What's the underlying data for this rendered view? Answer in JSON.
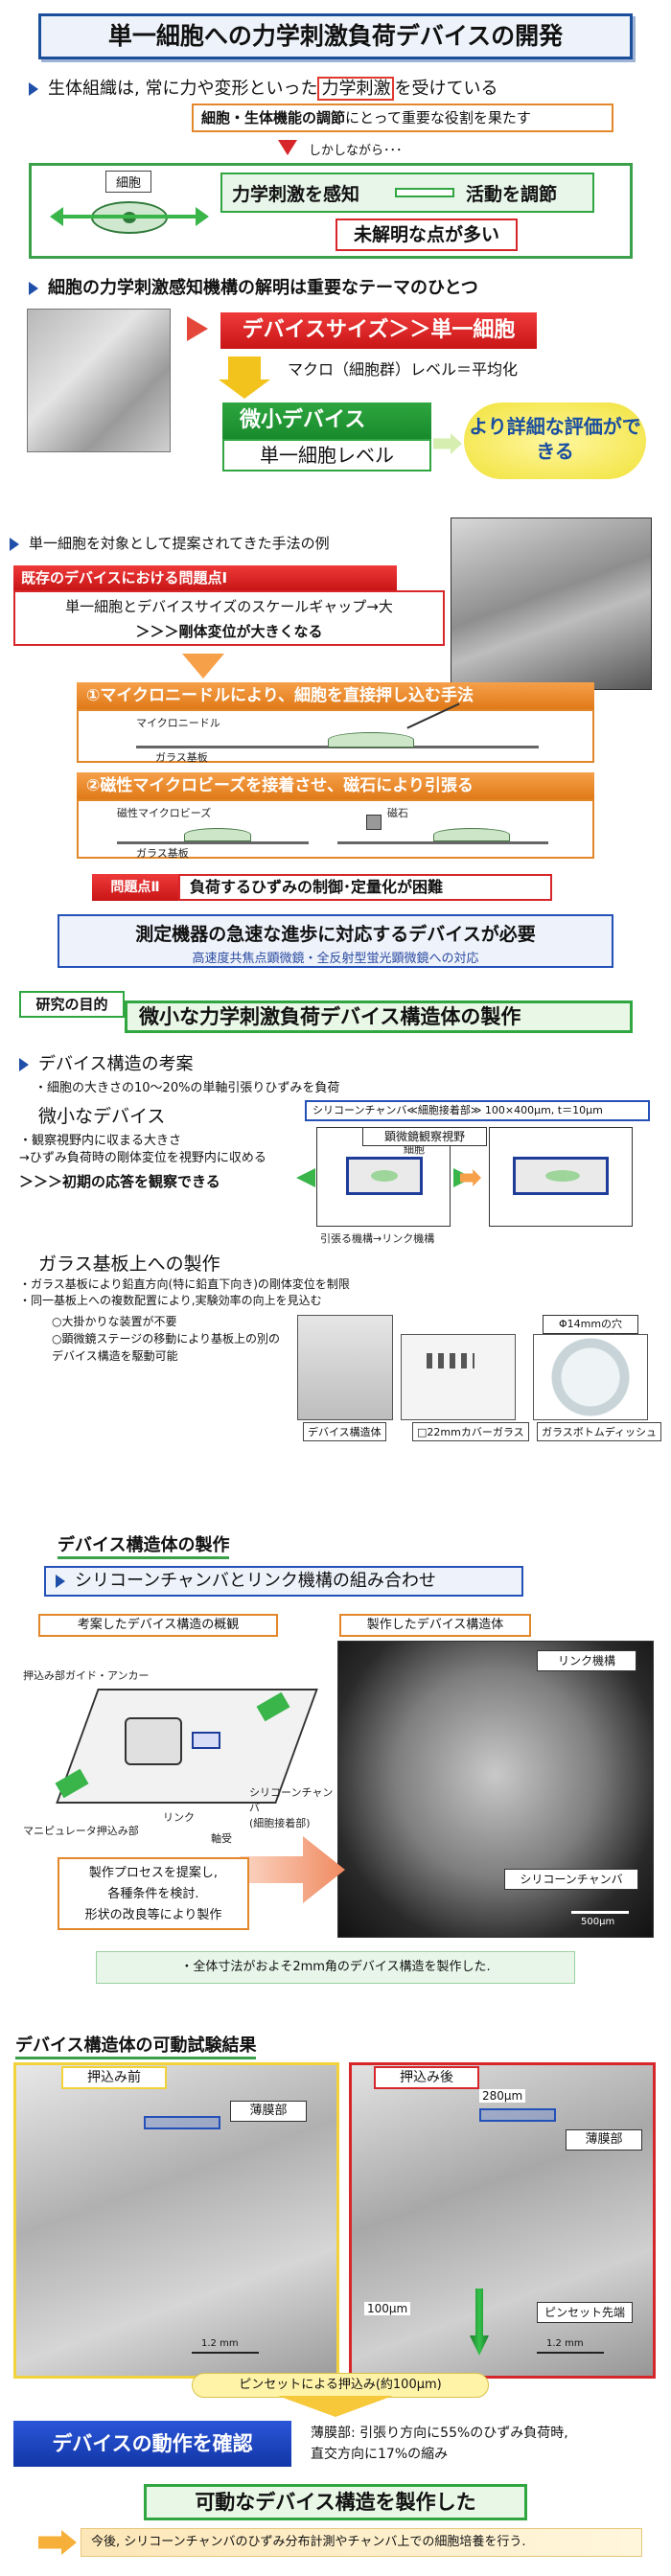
{
  "header": {
    "title": "単一細胞への力学刺激負荷デバイスの開発"
  },
  "intro": {
    "bullet1_pre": "生体組織は, 常に力や変形といった",
    "bullet1_hl": "力学刺激",
    "bullet1_post": "を受けている",
    "role_hl": "細胞・生体機能の調節",
    "role_post": "にとって重要な役割を果たす",
    "however": "しかしながら･･･",
    "cell_label": "細胞",
    "sense": "力学刺激を感知",
    "regulate": "活動を調節",
    "unknown": "未解明な点が多い"
  },
  "theme": {
    "bullet": "細胞の力学刺激感知機構の解明は重要なテーマのひとつ",
    "device_size": "デバイスサイズ＞＞単一細胞",
    "macro": "マクロ（細胞群）レベル＝平均化",
    "micro_device": "微小デバイス",
    "single_level": "単一細胞レベル",
    "detailed_eval": "より詳細な評価ができる"
  },
  "methods": {
    "bullet": "単一細胞を対象として提案されてきた手法の例",
    "problem1": "既存のデバイスにおける問題点Ⅰ",
    "gap_line1": "単一細胞とデバイスサイズのスケールギャップ→大",
    "gap_line2": "＞＞＞剛体変位が大きくなる",
    "method1": "①マイクロニードルにより、細胞を直接押し込む手法",
    "needle_label": "マイクロニードル",
    "glass_label": "ガラス基板",
    "method2": "②磁性マイクロビーズを接着させ、磁石により引張る",
    "bead_label": "磁性マイクロビーズ",
    "magnet_label": "磁石",
    "glass_label2": "ガラス基板",
    "problem2": "問題点Ⅱ",
    "problem2_text": "負荷するひずみの制御･定量化が困難",
    "need_line1": "測定機器の急速な進歩に対応するデバイスが必要",
    "need_line2": "高速度共焦点顕微鏡・全反射型蛍光顕微鏡への対応"
  },
  "purpose": {
    "tag": "研究の目的",
    "title": "微小な力学刺激負荷デバイス構造体の製作"
  },
  "design": {
    "bullet": "デバイス構造の考案",
    "sub": "・細胞の大きさの10～20%の単軸引張りひずみを負荷",
    "micro_head": "微小なデバイス",
    "m1": "・観察視野内に収まる大きさ",
    "m2": "→ひずみ負荷時の剛体変位を視野内に収める",
    "m3": "＞＞＞初期の応答を観察できる",
    "chamber_cap": "シリコーンチャンバ≪細胞接着部≫ 100×400μm, t＝10μm",
    "view_label": "顕微鏡観察視野",
    "cell_label": "細胞",
    "link_label": "引張る機構→リンク機構",
    "glass_head": "ガラス基板上への製作",
    "g1": "・ガラス基板により鉛直方向(特に鉛直下向き)の剛体変位を制限",
    "g2": "・同一基板上への複数配置により,実験効率の向上を見込む",
    "g3": "○大掛かりな装置が不要",
    "g4": "○顕微鏡ステージの移動により基板上の別のデバイス構造を駆動可能",
    "hole_label": "Φ14mmの穴",
    "cap_struct": "デバイス構造体",
    "cap_cover": "□22mmカバーガラス",
    "cap_dish": "ガラスボトムディッシュ"
  },
  "fab": {
    "head": "デバイス構造体の製作",
    "combo": "シリコーンチャンバとリンク機構の組み合わせ",
    "cap_left": "考案したデバイス構造の概観",
    "cap_right": "製作したデバイス構造体",
    "push_guide": "押込み部ガイド・アンカー",
    "manip": "マニピュレータ押込み部",
    "link": "リンク",
    "axis": "軸受",
    "chamber": "シリコーンチャンバ\n(細胞接着部)",
    "link_mech": "リンク機構",
    "silicone": "シリコーンチャンバ",
    "scale": "500μm",
    "process1": "製作プロセスを提案し,",
    "process2": "各種条件を検討.",
    "process3": "形状の改良等により製作",
    "summary": "・全体寸法がおよそ2mm角のデバイス構造を製作した."
  },
  "test": {
    "head": "デバイス構造体の可動試験結果",
    "before": "押込み前",
    "after": "押込み後",
    "membrane1": "薄膜部",
    "membrane2": "薄膜部",
    "d280": "280μm",
    "d100": "100μm",
    "tweezer": "ピンセット先端",
    "scale1": "1.2 mm",
    "scale2": "1.2 mm",
    "push_note": "ピンセットによる押込み(約100μm)",
    "confirm": "デバイスの動作を確認",
    "result1": "薄膜部: 引張り方向に55%のひずみ負荷時,",
    "result2": "直交方向に17%の縮み",
    "made": "可動なデバイス構造を製作した",
    "future": "今後, シリコーンチャンバのひずみ分布計測やチャンバ上での細胞培養を行う."
  },
  "colors": {
    "accent_blue": "#1b4f9c",
    "green": "#2fa640",
    "red": "#d6262a",
    "orange": "#e2872a"
  }
}
